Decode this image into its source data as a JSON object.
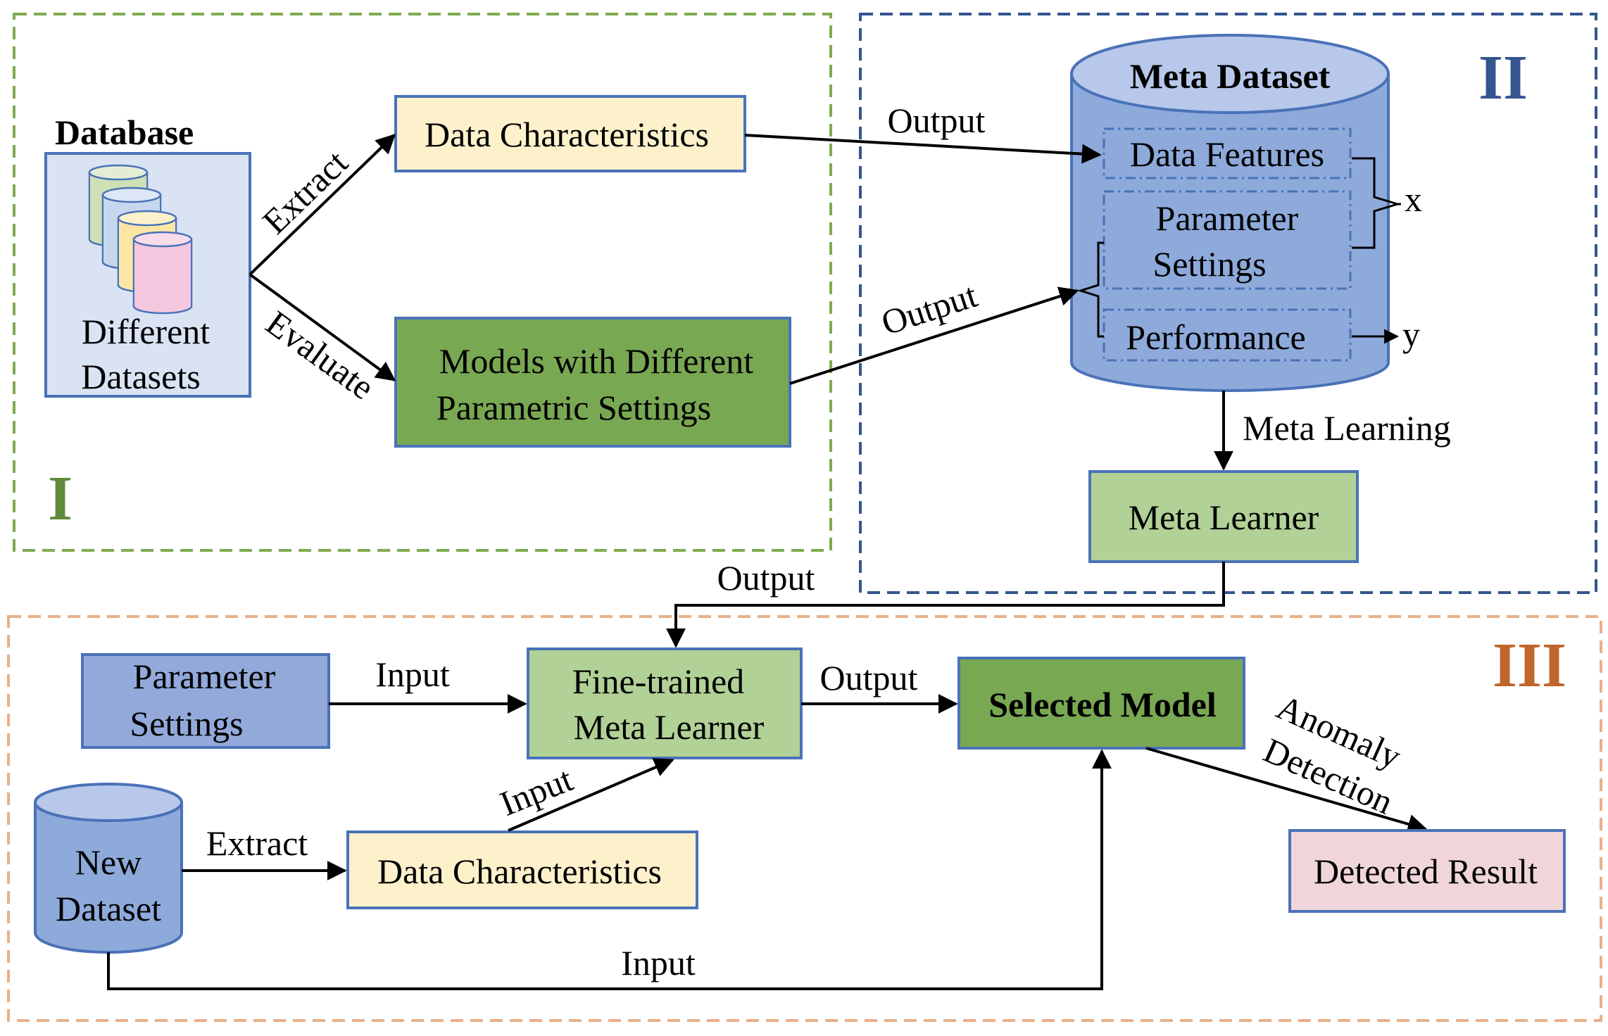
{
  "sections": {
    "one": {
      "numeral": "I"
    },
    "two": {
      "numeral": "II"
    },
    "three": {
      "numeral": "III"
    }
  },
  "database": {
    "title": "Database",
    "label_line1": "Different",
    "label_line2": "Datasets"
  },
  "edges": {
    "extract_top": "Extract",
    "evaluate": "Evaluate",
    "output_1": "Output",
    "output_2": "Output",
    "meta_learning": "Meta Learning",
    "output_learner": "Output",
    "input_params": "Input",
    "output_selected": "Output",
    "input_char": "Input",
    "extract_bottom": "Extract",
    "input_bottom": "Input",
    "anomaly_line1": "Anomaly",
    "anomaly_line2": "Detection"
  },
  "nodes": {
    "data_char_top": "Data Characteristics",
    "models_line1": "Models with Different",
    "models_line2": "Parametric Settings",
    "meta_dataset": "Meta Dataset",
    "data_features": "Data Features",
    "param_line1": "Parameter",
    "param_line2": "Settings",
    "performance": "Performance",
    "x_label": "x",
    "y_label": "y",
    "meta_learner": "Meta Learner",
    "param_settings_line1": "Parameter",
    "param_settings_line2": "Settings",
    "fine_line1": "Fine-trained",
    "fine_line2": "Meta Learner",
    "selected_model": "Selected Model",
    "new_line1": "New",
    "new_line2": "Dataset",
    "data_char_bottom": "Data Characteristics",
    "detected_result": "Detected Result"
  },
  "colors": {
    "section_one": "#7fab4f",
    "section_two": "#34558f",
    "section_three": "#e8b088",
    "numeral_one": "#5e8a3a",
    "numeral_two": "#34558f",
    "numeral_three": "#c0652b",
    "cream": "#fdf1cc",
    "dark_green": "#79a853",
    "light_green": "#b1d196",
    "blue_box": "#92a9da",
    "cylinder_blue": "#8eaadb",
    "cylinder_top": "#b8c8ea",
    "pink": "#f0d5da",
    "db_bg": "#dae3f3"
  }
}
